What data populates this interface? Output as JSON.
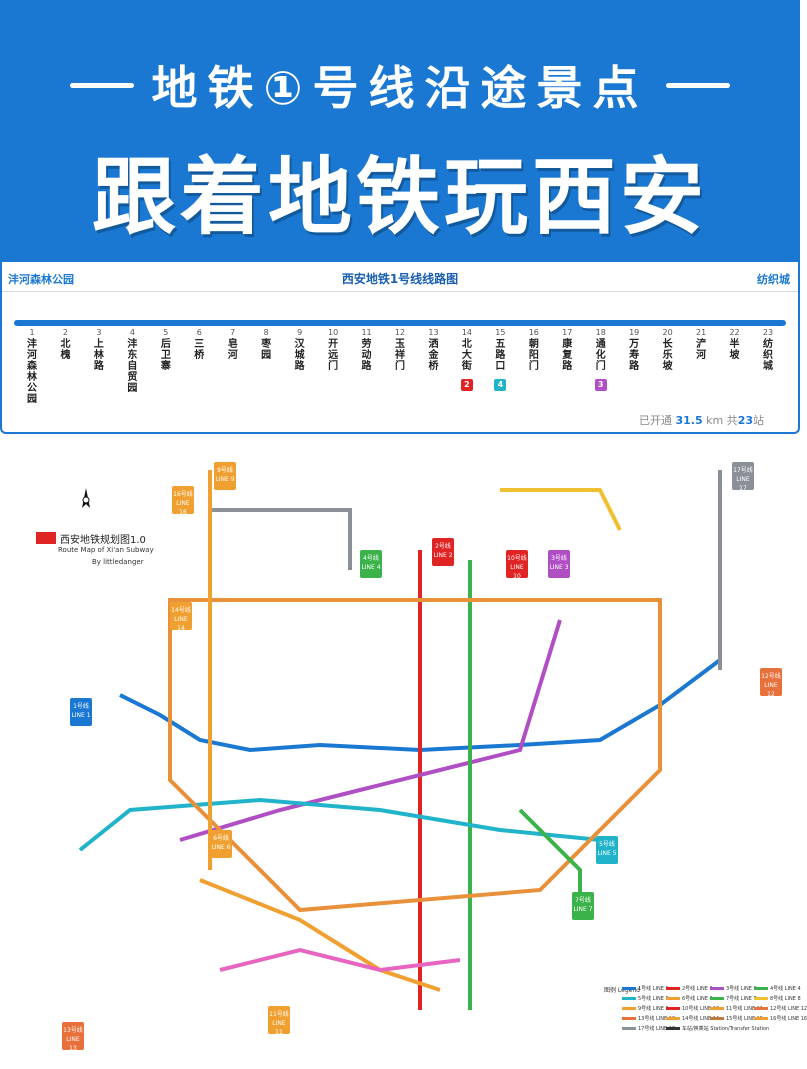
{
  "banner": {
    "subtitle": "地铁①号线沿途景点",
    "title": "跟着地铁玩西安",
    "bg_color": "#1a78d2"
  },
  "route": {
    "title": "西安地铁1号线线路图",
    "left_terminal": "沣河森林公园",
    "right_terminal": "纺织城",
    "line_color": "#1a78d2",
    "stations": [
      {
        "num": "1",
        "name": "沣河森林公园"
      },
      {
        "num": "2",
        "name": "北槐"
      },
      {
        "num": "3",
        "name": "上林路"
      },
      {
        "num": "4",
        "name": "沣东自贸园"
      },
      {
        "num": "5",
        "name": "后卫寨"
      },
      {
        "num": "6",
        "name": "三桥"
      },
      {
        "num": "7",
        "name": "皂河"
      },
      {
        "num": "8",
        "name": "枣园"
      },
      {
        "num": "9",
        "name": "汉城路"
      },
      {
        "num": "10",
        "name": "开远门"
      },
      {
        "num": "11",
        "name": "劳动路"
      },
      {
        "num": "12",
        "name": "玉祥门"
      },
      {
        "num": "13",
        "name": "洒金桥"
      },
      {
        "num": "14",
        "name": "北大街",
        "transfer": "2",
        "transfer_color": "#e02424"
      },
      {
        "num": "15",
        "name": "五路口",
        "transfer": "4",
        "transfer_color": "#21b3c9"
      },
      {
        "num": "16",
        "name": "朝阳门"
      },
      {
        "num": "17",
        "name": "康复路"
      },
      {
        "num": "18",
        "name": "通化门",
        "transfer": "3",
        "transfer_color": "#b04fc4"
      },
      {
        "num": "19",
        "name": "万寿路"
      },
      {
        "num": "20",
        "name": "长乐坡"
      },
      {
        "num": "21",
        "name": "浐河"
      },
      {
        "num": "22",
        "name": "半坡"
      },
      {
        "num": "23",
        "name": "纺织城"
      }
    ],
    "summary_prefix": "已开通",
    "summary_km": "31.5",
    "summary_mid": "km 共",
    "summary_count": "23",
    "summary_suffix": "站"
  },
  "map": {
    "title_zh": "西安地铁规划图1.0",
    "title_en": "Route Map of Xi'an Subway",
    "author": "By littledanger",
    "line_tags": [
      {
        "label": "1号线 LINE 1",
        "color": "#1a78d2"
      },
      {
        "label": "2号线 LINE 2",
        "color": "#e02424"
      },
      {
        "label": "3号线 LINE 3",
        "color": "#b04fc4"
      },
      {
        "label": "4号线 LINE 4",
        "color": "#3cb34a"
      },
      {
        "label": "5号线 LINE 5",
        "color": "#21b3c9"
      },
      {
        "label": "6号线 LINE 6",
        "color": "#f0a030"
      },
      {
        "label": "7号线 LINE 7",
        "color": "#3cb34a"
      },
      {
        "label": "9号线 LINE 9",
        "color": "#f0a030"
      },
      {
        "label": "10号线 LINE 10",
        "color": "#e02424"
      },
      {
        "label": "11号线 LINE 11",
        "color": "#f0a030"
      },
      {
        "label": "12号线 LINE 12",
        "color": "#e8703a"
      },
      {
        "label": "13号线 LINE 13",
        "color": "#e8703a"
      },
      {
        "label": "14号线 LINE 14",
        "color": "#f0a030"
      },
      {
        "label": "16号线 LINE 16",
        "color": "#f0a030"
      },
      {
        "label": "17号线 LINE 17",
        "color": "#8a8f98"
      }
    ],
    "legend_label": "图例 Legend",
    "legend_items": [
      {
        "text": "1号线 LINE 1",
        "color": "#1a78d2"
      },
      {
        "text": "2号线 LINE 2",
        "color": "#e02424"
      },
      {
        "text": "3号线 LINE 3",
        "color": "#b04fc4"
      },
      {
        "text": "4号线 LINE 4",
        "color": "#3cb34a"
      },
      {
        "text": "5号线 LINE 5",
        "color": "#21b3c9"
      },
      {
        "text": "6号线 LINE 6",
        "color": "#f0a030"
      },
      {
        "text": "7号线 LINE 7",
        "color": "#3cb34a"
      },
      {
        "text": "8号线 LINE 8",
        "color": "#f0c030"
      },
      {
        "text": "9号线 LINE 9",
        "color": "#f0a030"
      },
      {
        "text": "10号线 LINE 10",
        "color": "#e02424"
      },
      {
        "text": "11号线 LINE 11",
        "color": "#f0a030"
      },
      {
        "text": "12号线 LINE 12",
        "color": "#e8703a"
      },
      {
        "text": "13号线 LINE 13",
        "color": "#e8703a"
      },
      {
        "text": "14号线 LINE 14",
        "color": "#f0a030"
      },
      {
        "text": "15号线 LINE 15",
        "color": "#c07a3a"
      },
      {
        "text": "16号线 LINE 16",
        "color": "#f0a030"
      },
      {
        "text": "17号线 LINE 17",
        "color": "#8a8f98"
      },
      {
        "text": "车站/换乘站 Station/Transfer Station",
        "color": "#333333"
      }
    ]
  }
}
